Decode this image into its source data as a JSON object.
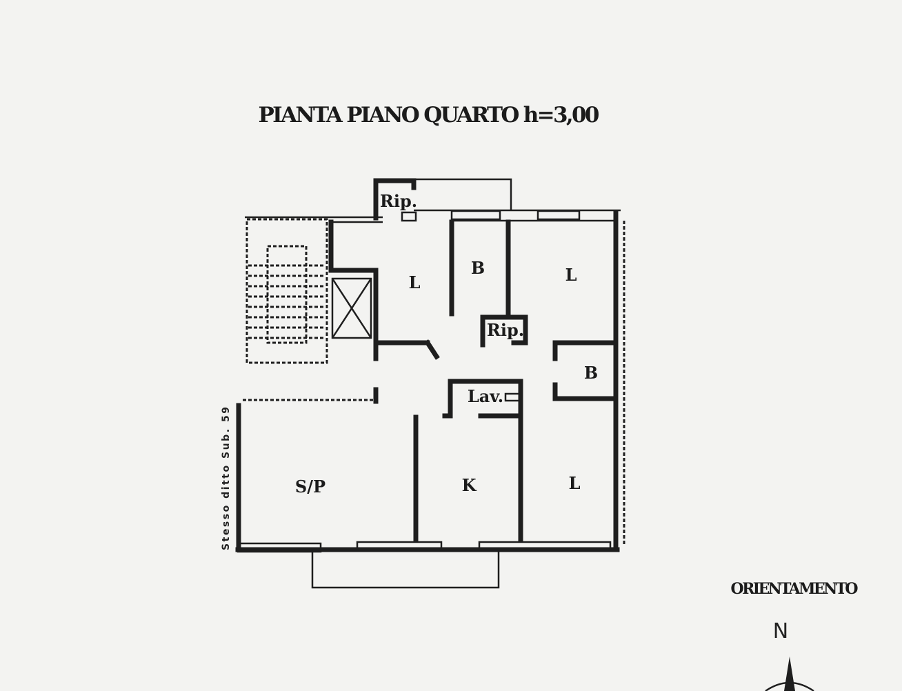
{
  "title": "PIANTA PIANO QUARTO h=3,00",
  "rooms": {
    "rip_top": "Rip.",
    "l_north_center": "L",
    "b_north": "B",
    "l_north_east": "L",
    "rip_center": "Rip.",
    "b_east": "B",
    "lav": "Lav.",
    "sp": "S/P",
    "k": "K",
    "l_south_east": "L"
  },
  "side_note": "Stesso ditto Sub. 59",
  "orientation": {
    "label": "ORIENTAMENTO",
    "north": "N"
  }
}
